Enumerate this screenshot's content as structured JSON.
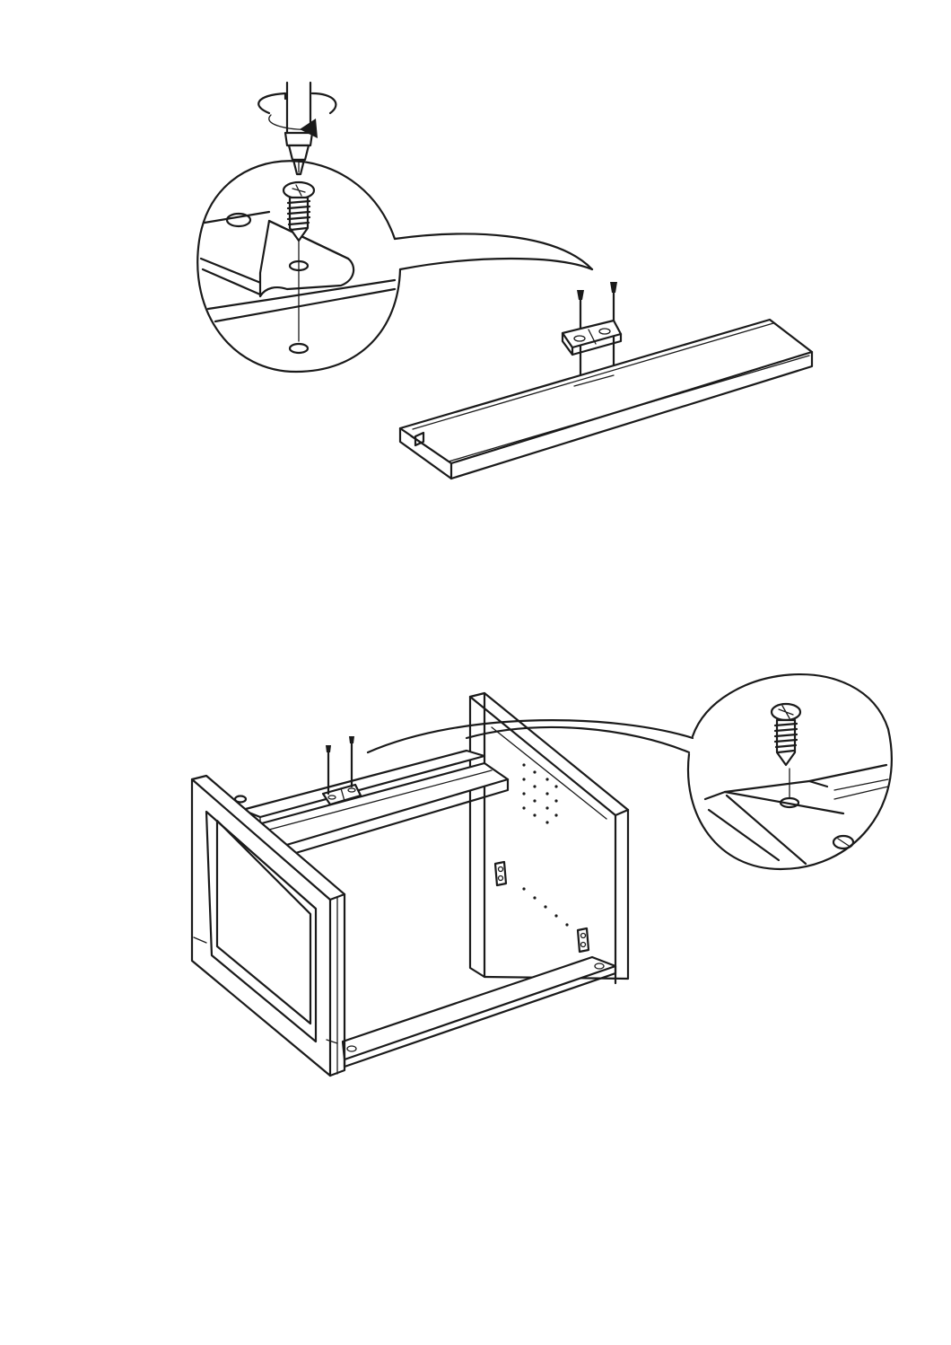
{
  "document": {
    "type": "assembly-instructions",
    "page_text": [],
    "steps": [
      {
        "id": "attach-bracket",
        "parts": [
          "screwdriver",
          "screw",
          "metal-bracket",
          "wooden-rail"
        ]
      },
      {
        "id": "install-rail-in-frame",
        "parts": [
          "screw",
          "metal-bracket",
          "wooden-rail",
          "cabinet-frame"
        ]
      }
    ]
  },
  "colors": {
    "ink": "#1a1a1a",
    "paper": "#ffffff"
  }
}
